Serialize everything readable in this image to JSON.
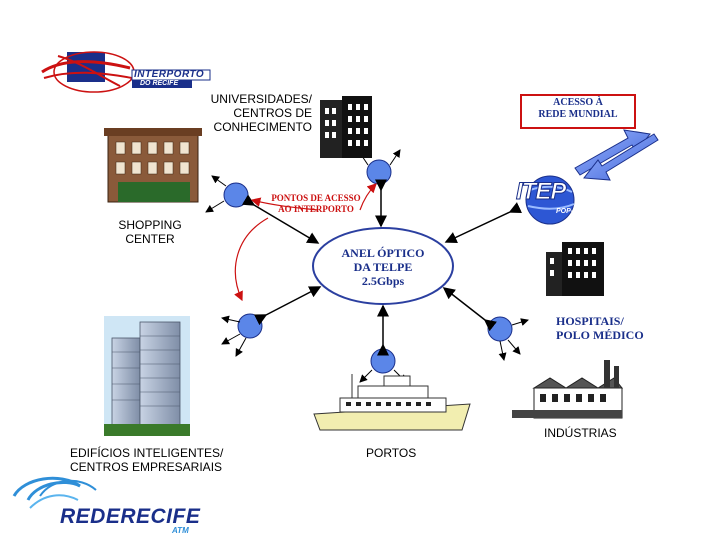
{
  "logos": {
    "interporto_line1": "INTERPORTO",
    "interporto_line2": "DO RECIFE",
    "rederecife": "REDERECIFE",
    "rederecife_sub": "ATM"
  },
  "labels": {
    "universidades": [
      "UNIVERSIDADES/",
      "CENTROS DE",
      "CONHECIMENTO"
    ],
    "shopping": [
      "SHOPPING",
      "CENTER"
    ],
    "acesso_mundial": [
      "ACESSO À",
      "REDE MUNDIAL"
    ],
    "pontos_acesso": [
      "PONTOS DE ACESSO",
      "AO INTERPORTO"
    ],
    "anel": [
      "ANEL ÓPTICO",
      "DA TELPE",
      "2.5Gbps"
    ],
    "hospitais": [
      "HOSPITAIS/",
      "POLO MÉDICO"
    ],
    "edificios": [
      "EDIFÍCIOS INTELIGENTES/",
      "CENTROS EMPRESARIAIS"
    ],
    "portos": "PORTOS",
    "industrias": "INDÚSTRIAS",
    "itep": "ITEP",
    "itep_sub": "POP-PE"
  },
  "colors": {
    "node": "#5b86e8",
    "node_stroke": "#1a2f8a",
    "accent_red": "#cc1111",
    "arrow_blue": "#1f4fd6",
    "logo_blue": "#1a2f8a"
  }
}
